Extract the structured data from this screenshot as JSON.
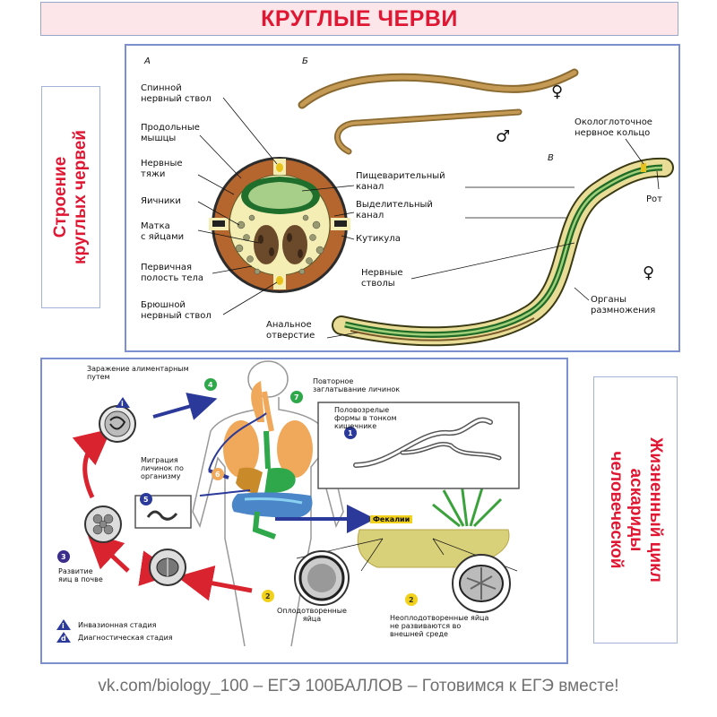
{
  "title": "КРУГЛЫЕ ЧЕРВИ",
  "left_caption": [
    "Строение",
    "круглых червей"
  ],
  "right_caption": [
    "Жизненный цикл",
    "аскариды",
    "человеческой"
  ],
  "structure": {
    "letters": {
      "a": "А",
      "b": "Б",
      "v": "В"
    },
    "labels": {
      "dorsal_nerve": [
        "Спинной",
        "нервный ствол"
      ],
      "long_muscles": [
        "Продольные",
        "мышцы"
      ],
      "nerve_cords": [
        "Нервные",
        "тяжи"
      ],
      "ovaries": "Яичники",
      "uterus": [
        "Матка",
        "с яйцами"
      ],
      "body_cavity": [
        "Первичная",
        "полость тела"
      ],
      "ventral_nerve": [
        "Брюшной",
        "нервный ствол"
      ],
      "digestive": [
        "Пищеварительный",
        "канал"
      ],
      "excretory": [
        "Выделительный",
        "канал"
      ],
      "cuticle": "Кутикула",
      "nerve_trunks": [
        "Нервные",
        "стволы"
      ],
      "anal": [
        "Анальное",
        "отверстие"
      ],
      "ring": [
        "Окологлоточное",
        "нервное кольцо"
      ],
      "mouth": "Рот",
      "reproductive": [
        "Органы",
        "размножения"
      ]
    },
    "female_symbol": "♀",
    "male_symbol": "♂"
  },
  "lifecycle": {
    "labels": {
      "infection": [
        "Заражение алиментарным",
        "путем"
      ],
      "reswallow": [
        "Повторное",
        "заглатывание личинок"
      ],
      "mature": [
        "Половозрелые",
        "формы в тонком",
        "кишечнике"
      ],
      "migration": [
        "Миграция",
        "личинок по",
        "организму"
      ],
      "feces": "Фекалии",
      "development": [
        "Развитие",
        "яиц в почве"
      ],
      "fertilized": [
        "Оплодотворенные",
        "яйца"
      ],
      "unfertilized": [
        "Неоплодотворенные яйца",
        "не развиваются во",
        "внешней среде"
      ]
    },
    "legend": {
      "invasive": "Инвазионная стадия",
      "diagnostic": "Диагностическая стадия"
    },
    "stage_numbers": [
      "1",
      "2",
      "3",
      "4",
      "5",
      "6",
      "7"
    ],
    "stage_marks": {
      "i": "i",
      "d": "d"
    },
    "colors": {
      "green": "#2ea84a",
      "yellow": "#f2d11a",
      "purple": "#3b2d8c",
      "arrow_red": "#d9232e",
      "arrow_blue": "#2b3a9a"
    }
  },
  "footer": "vk.com/biology_100 – ЕГЭ 100БАЛЛОВ – Готовимся к ЕГЭ вместе!"
}
